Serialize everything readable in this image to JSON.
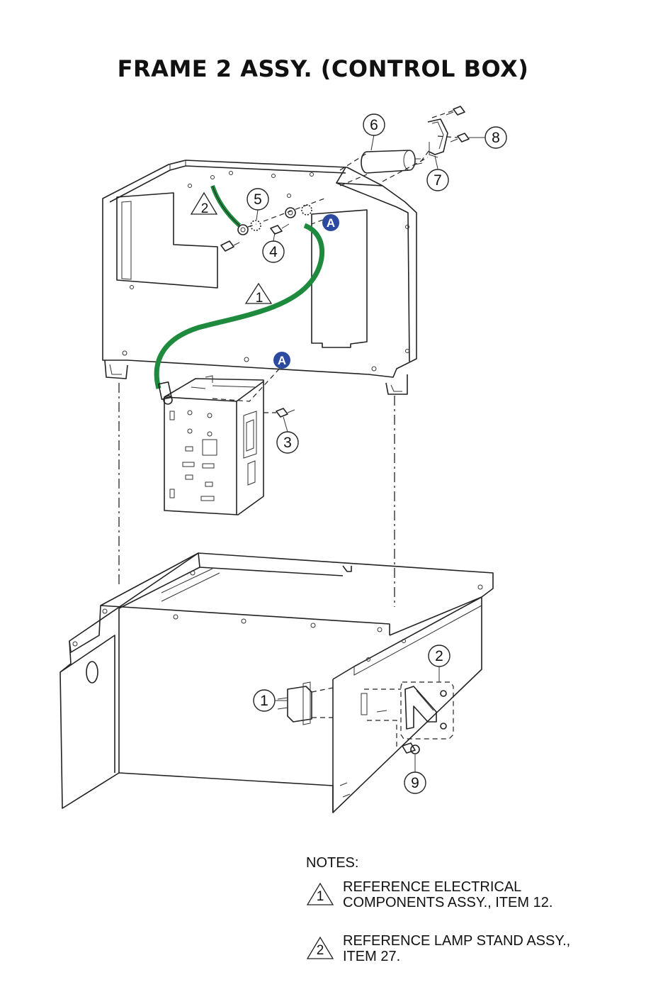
{
  "title": "FRAME 2 ASSY. (CONTROL BOX)",
  "callouts": {
    "c1": "1",
    "c2": "2",
    "c3": "3",
    "c4": "4",
    "c5": "5",
    "c6": "6",
    "c7": "7",
    "c8": "8",
    "c9": "9"
  },
  "note_refs": {
    "n1": "1",
    "n2": "2"
  },
  "ref_markers": {
    "a_upper": "A",
    "a_lower": "A"
  },
  "notes": {
    "heading": "NOTES:",
    "items": [
      {
        "num": "1",
        "text": "REFERENCE ELECTRICAL\nCOMPONENTS ASSY., ITEM 12."
      },
      {
        "num": "2",
        "text": "REFERENCE LAMP STAND ASSY.,\nITEM 27."
      }
    ]
  },
  "colors": {
    "cable": "#1e8a3e",
    "marker": "#2b4aa0",
    "line": "#222222"
  }
}
